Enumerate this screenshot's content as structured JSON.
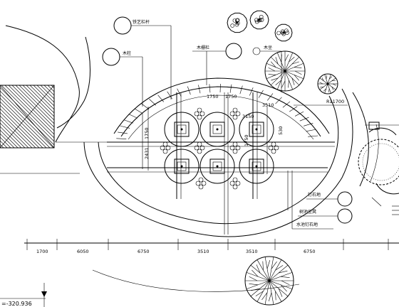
{
  "plan": {
    "radius_label": "R11700",
    "elevation_label": "=-320.936",
    "grid_dims": {
      "top_left": "1750",
      "top_mid": "1750",
      "top_right": "3150",
      "right_top": "3510",
      "right_mid": "530",
      "left_top": "1750",
      "left_mid": "2431",
      "small_mid": "1750"
    },
    "bottom_dims": [
      "1700",
      "6050",
      "6750",
      "3510",
      "3510",
      "6750"
    ],
    "labels": {
      "top_a": "铁艺栏杆",
      "top_b": "木柱",
      "top_c": "木栅栏",
      "top_d": "木坐",
      "right_a": "钉石地",
      "right_b": "树池坐凳",
      "right_c": "水池钉石地"
    }
  }
}
